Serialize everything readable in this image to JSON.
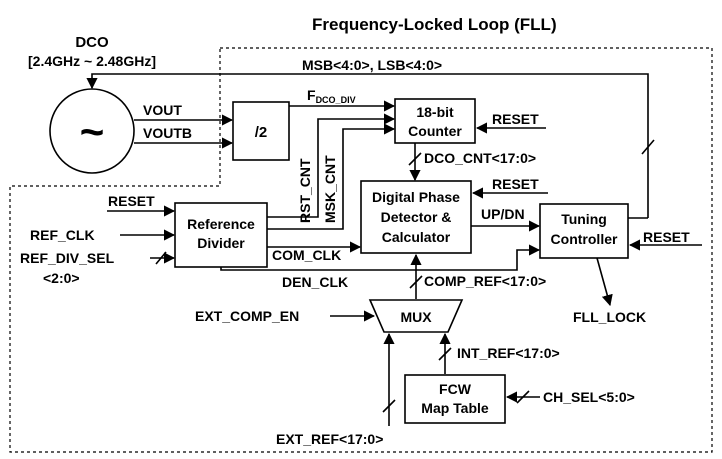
{
  "title": "Frequency-Locked Loop (FLL)",
  "dco": {
    "label": "DCO",
    "range": "[2.4GHz ~ 2.48GHz]",
    "symbol": "~",
    "out_p": "VOUT",
    "out_n": "VOUTB"
  },
  "blocks": {
    "divider2": "/2",
    "counter_line1": "18-bit",
    "counter_line2": "Counter",
    "pd_line1": "Digital Phase",
    "pd_line2": "Detector &",
    "pd_line3": "Calculator",
    "refdiv_line1": "Reference",
    "refdiv_line2": "Divider",
    "tuning_line1": "Tuning",
    "tuning_line2": "Controller",
    "mux": "MUX",
    "fcw_line1": "FCW",
    "fcw_line2": "Map Table"
  },
  "signals": {
    "msb_lsb": "MSB<4:0>, LSB<4:0>",
    "fdco_main": "F",
    "fdco_sub": "DCO_DIV",
    "reset_counter": "RESET",
    "reset_pd": "RESET",
    "reset_refdiv": "RESET",
    "reset_tuning": "RESET",
    "dco_cnt": "DCO_CNT<17:0>",
    "rst_cnt": "RST_CNT",
    "msk_cnt": "MSK_CNT",
    "com_clk": "COM_CLK",
    "den_clk": "DEN_CLK",
    "up_dn": "UP/DN",
    "ref_clk": "REF_CLK",
    "ref_div_sel": "REF_DIV_SEL",
    "ref_div_sel_bits": "<2:0>",
    "comp_ref": "COMP_REF<17:0>",
    "ext_comp_en": "EXT_COMP_EN",
    "fll_lock": "FLL_LOCK",
    "int_ref": "INT_REF<17:0>",
    "ch_sel": "CH_SEL<5:0>",
    "ext_ref": "EXT_REF<17:0>"
  }
}
